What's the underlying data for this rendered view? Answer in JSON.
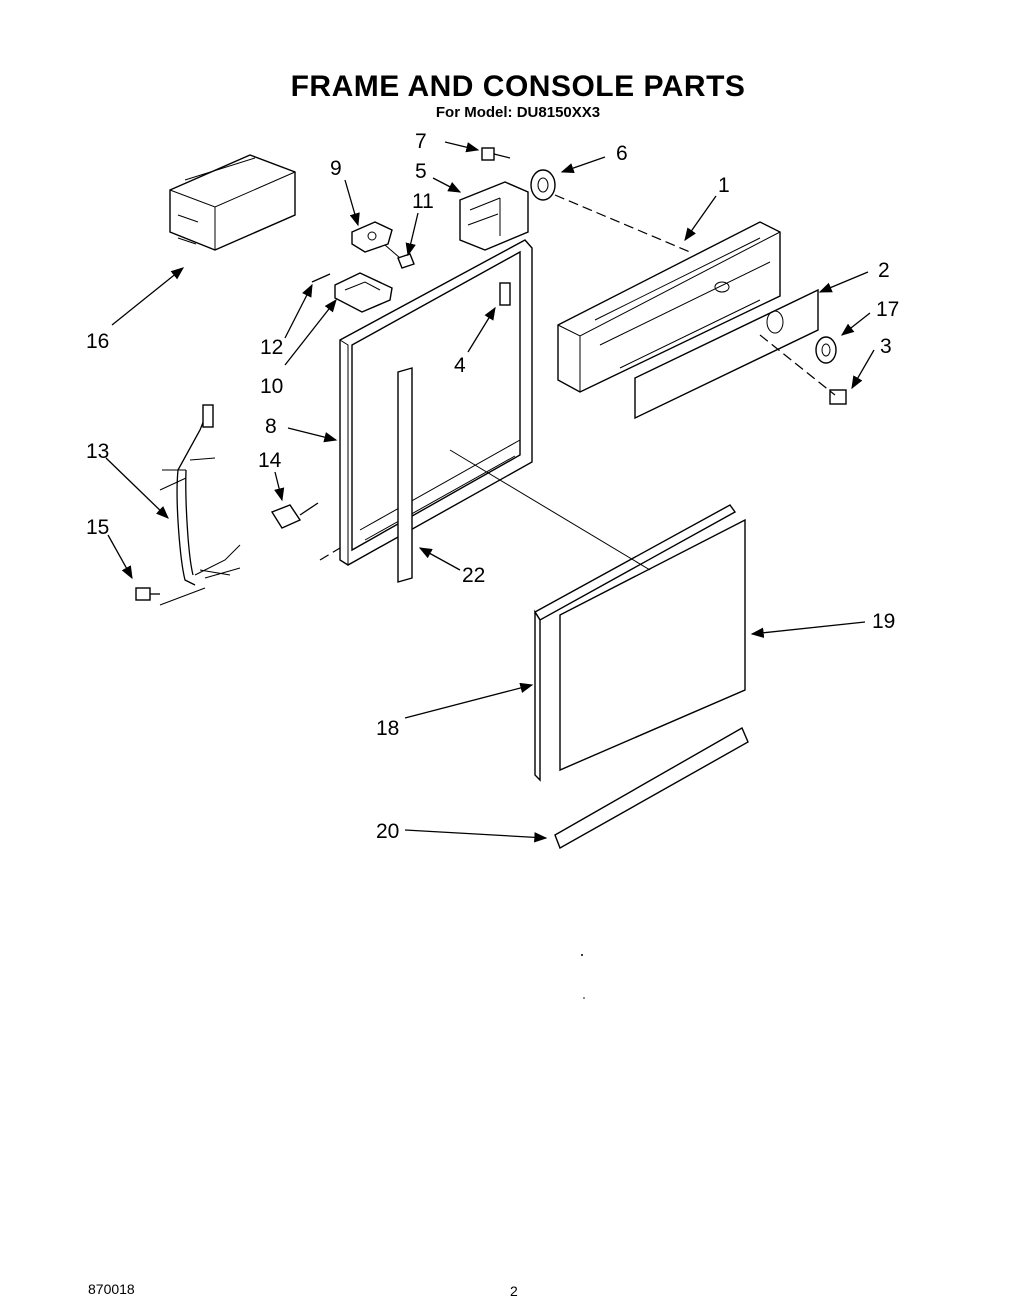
{
  "header": {
    "title": "FRAME AND CONSOLE PARTS",
    "subtitle": "For Model: DU8150XX3"
  },
  "callouts": {
    "c1": "1",
    "c2": "2",
    "c3": "3",
    "c4": "4",
    "c5": "5",
    "c6": "6",
    "c7": "7",
    "c8": "8",
    "c9": "9",
    "c10": "10",
    "c11": "11",
    "c12": "12",
    "c13": "13",
    "c14": "14",
    "c15": "15",
    "c16": "16",
    "c17": "17",
    "c18": "18",
    "c19": "19",
    "c20": "20",
    "c22": "22"
  },
  "footer": {
    "code": "870018",
    "page": "2"
  }
}
